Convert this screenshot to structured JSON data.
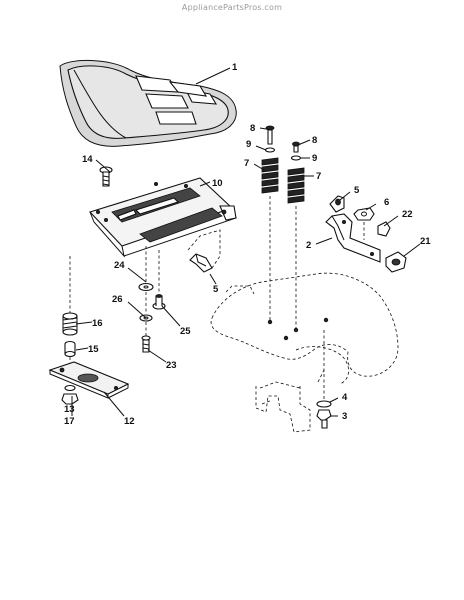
{
  "watermark": "AppliancePartsPros.com",
  "callouts": {
    "c1": "1",
    "c2": "2",
    "c3": "3",
    "c4": "4",
    "c5a": "5",
    "c5b": "5",
    "c6": "6",
    "c7a": "7",
    "c7b": "7",
    "c8a": "8",
    "c8b": "8",
    "c9a": "9",
    "c9b": "9",
    "c10": "10",
    "c12": "12",
    "c13": "13",
    "c14": "14",
    "c15": "15",
    "c16": "16",
    "c17": "17",
    "c21": "21",
    "c22": "22",
    "c23": "23",
    "c24": "24",
    "c25": "25",
    "c26": "26"
  }
}
